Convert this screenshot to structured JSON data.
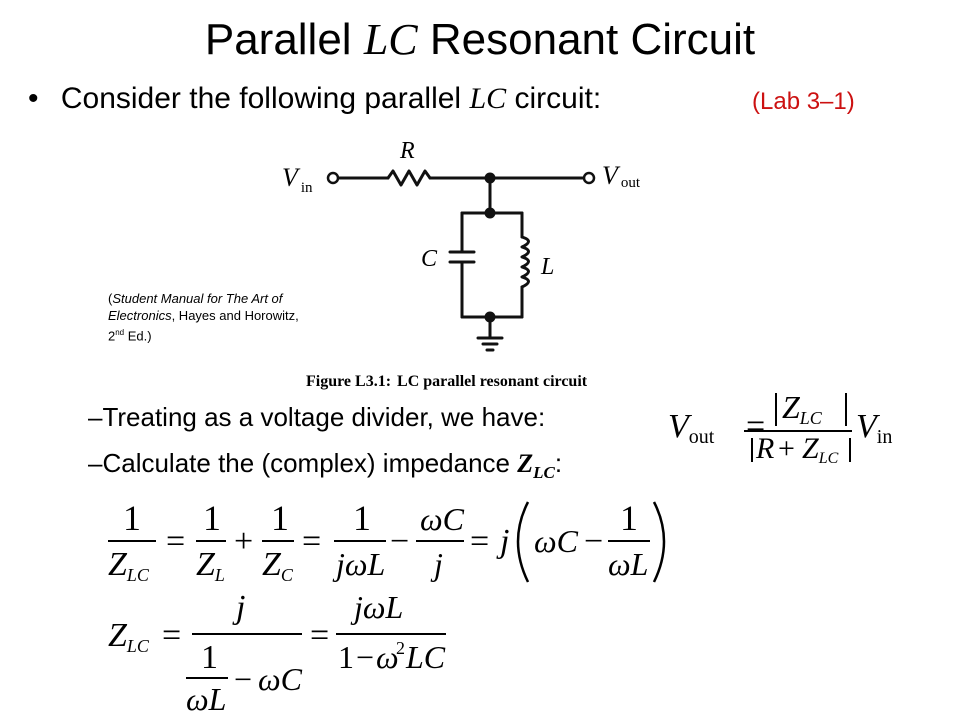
{
  "slide": {
    "title_pre": "Parallel",
    "title_lc": "LC",
    "title_post": "Resonant Circuit",
    "bullet_marker": "•",
    "bullet_pre": "Consider the following parallel",
    "bullet_lc": "LC",
    "bullet_post": "circuit:",
    "lab_ref": "(Lab 3–1)",
    "citation": {
      "open": "(",
      "book": "Student Manual for The Art of Electronics",
      "authors": ", Hayes and Horowitz, 2",
      "edition_sup": "nd",
      "edition_end": " Ed.)"
    },
    "sub1": "–Treating as a voltage divider, we have:",
    "sub2_pre": "–Calculate the (complex) impedance",
    "sub2_z": "Z",
    "sub2_zsub": "LC",
    "sub2_post": ":"
  },
  "circuit": {
    "r_label": "R",
    "vin_v": "V",
    "vin_sub": "in",
    "vout_v": "V",
    "vout_sub": "out",
    "c_label": "C",
    "l_label": "L",
    "caption_bold": "Figure L3.1:",
    "caption_rest": "LC parallel resonant circuit"
  },
  "equations": {
    "one": "1",
    "j": "j",
    "plus": "+",
    "minus": "−",
    "equals": "=",
    "omega": "ω",
    "C": "C",
    "L": "L",
    "Z": "Z",
    "R": "R",
    "V": "V",
    "sub_LC": "LC",
    "sub_L": "L",
    "sub_C": "C",
    "sub_in": "in",
    "sub_out": "out",
    "two": "2",
    "LC": "LC"
  }
}
